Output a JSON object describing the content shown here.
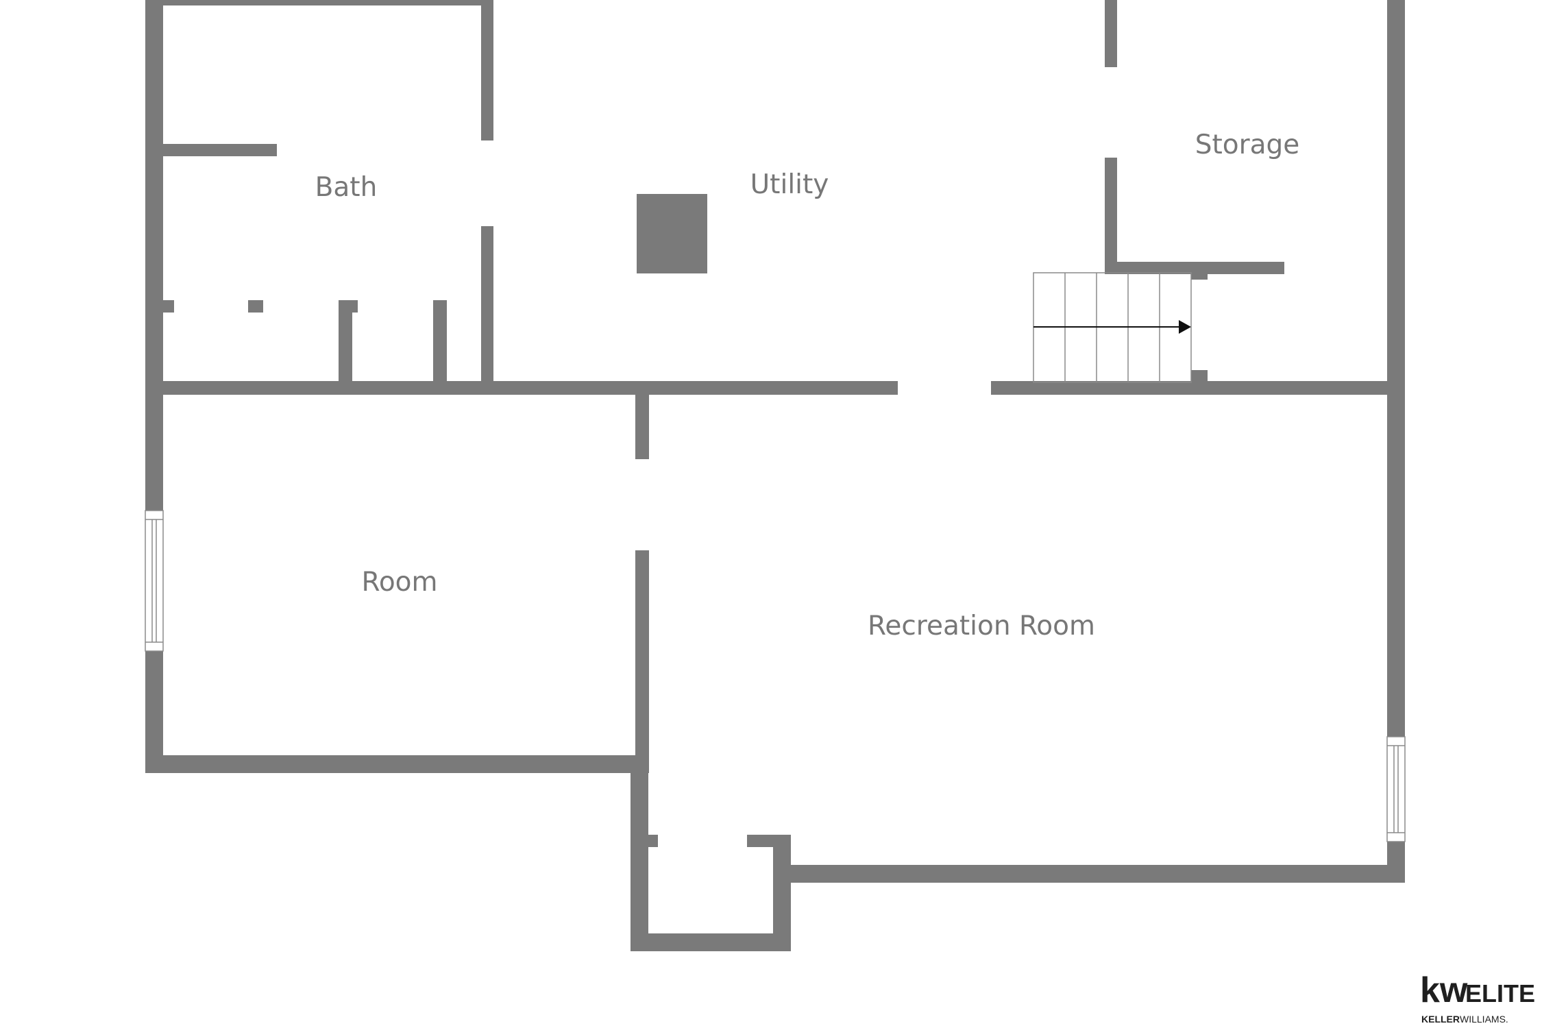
{
  "rooms": {
    "bath": "Bath",
    "utility": "Utility",
    "storage": "Storage",
    "room": "Room",
    "recreation": "Recreation Room"
  },
  "logo": {
    "kw": "kw",
    "elite": "ELITE",
    "brand_bold": "KELLER",
    "brand_rest": "WILLIAMS."
  },
  "colors": {
    "wall": "#7a7a7a",
    "label": "#777777",
    "background": "#ffffff"
  }
}
